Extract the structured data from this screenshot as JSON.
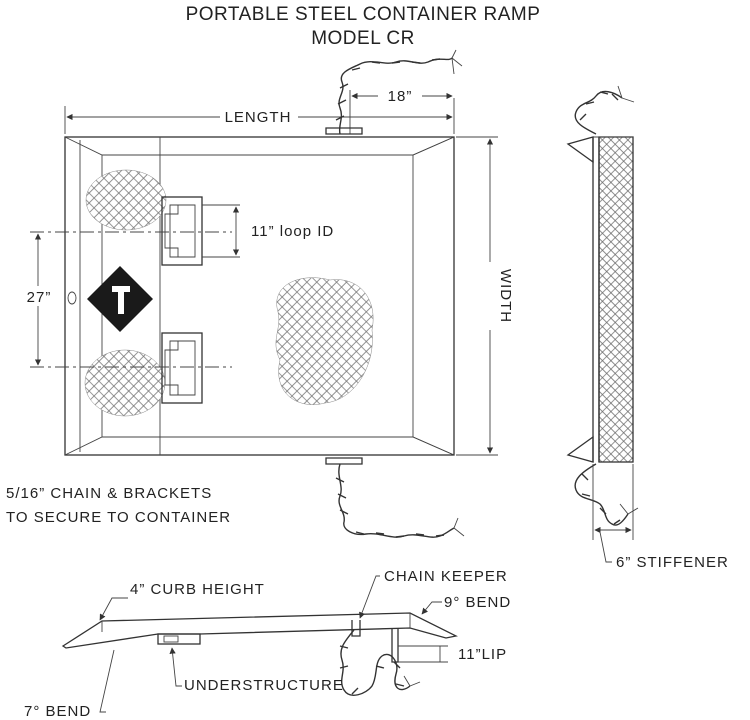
{
  "title_line1": "PORTABLE STEEL CONTAINER RAMP",
  "title_line2": "MODEL CR",
  "labels": {
    "length": "LENGTH",
    "chain_offset": "18”",
    "width": "WIDTH",
    "loop_id": "11”  loop ID",
    "height_27": "27”",
    "chain_note_line1": "5/16” CHAIN & BRACKETS",
    "chain_note_line2": "TO SECURE TO CONTAINER",
    "stiffener": "6”  STIFFENER",
    "curb_height": "4”  CURB HEIGHT",
    "chain_keeper": "CHAIN KEEPER",
    "bend_9": "9° BEND",
    "lip": "11”LIP",
    "understructure": "UNDERSTRUCTURE",
    "bend_7": "7° BEND"
  }
}
